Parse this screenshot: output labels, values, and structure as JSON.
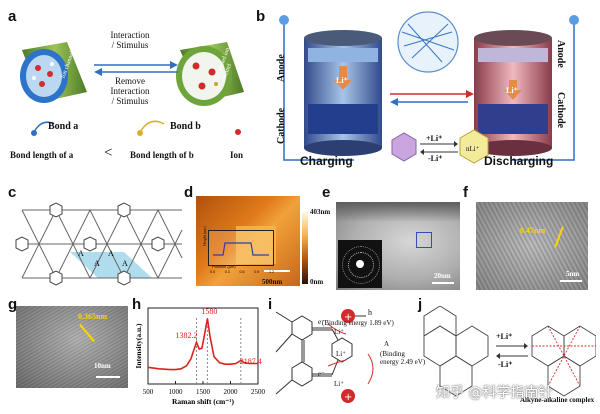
{
  "panels": {
    "a": {
      "label": "a",
      "arrow_top": "Interaction\n/ Stimulus",
      "arrow_top_l1": "Interaction",
      "arrow_top_l2": "/ Stimulus",
      "arrow_bot_l1": "Remove",
      "arrow_bot_l2": "Interaction",
      "arrow_bot_l3": "/ Stimulus",
      "left_tube": "Ion channel",
      "right_tube_l1": "Expanded ion",
      "right_tube_l2": "channel",
      "bond_a": "Bond a",
      "bond_b": "Bond b",
      "len_a": "Bond length of a",
      "less_than": "<",
      "len_b": "Bond length of b",
      "ion": "Ion"
    },
    "b": {
      "label": "b",
      "anode_left": "Anode",
      "cathode_left": "Cathode",
      "anode_right": "Anode",
      "cathode_right": "Cathode",
      "li_left": "Li⁺",
      "li_right": "Li⁺",
      "charging": "Charging",
      "discharging": "Discharging",
      "plus_li": "+Li⁺",
      "minus_li": "-Li⁺",
      "hex_left": "",
      "hex_right": "nLi⁺"
    },
    "c": {
      "label": "c",
      "a_marks": [
        "A",
        "A",
        "A",
        "A"
      ]
    },
    "d": {
      "label": "d",
      "scale_top": "403nm",
      "scale_bot": "0nm",
      "scalebar": "500nm",
      "inset_ylabel": "Height (nm)",
      "inset_xlabel": "Position (µm)",
      "inset_xticks": [
        "0.0",
        "0.3",
        "0.6",
        "0.9",
        "1.2"
      ]
    },
    "e": {
      "label": "e",
      "scalebar": "20nm"
    },
    "f": {
      "label": "f",
      "spacing": "0.47nm",
      "scalebar": "5nm"
    },
    "g": {
      "label": "g",
      "spacing": "0.365nm",
      "scalebar": "10nm"
    },
    "h": {
      "label": "h"
    },
    "i": {
      "label": "i",
      "h": "h",
      "e1": "e⁻",
      "li1": "Li⁺",
      "bind1": "(Binding energy 1.89 eV)",
      "A": "A",
      "li2": "Li⁺",
      "bind2_l1": "(Binding",
      "bind2_l2": "energy 2.49 eV)",
      "e2": "e⁻",
      "li3": "Li⁺"
    },
    "j": {
      "label": "j",
      "plus_li": "+Li⁺",
      "minus_li": "-Li⁺",
      "caption": "Alkyne-alkaline complex"
    }
  },
  "watermark": "知乎 @科学指南针",
  "colors": {
    "tube_green": "#6f9e3c",
    "blue_accent": "#2f6fc4",
    "red_ion": "#d22b2b",
    "raman_line": "#d9231f",
    "afm_orange": "#e07a1a",
    "cyan_region": "#7fd0e6"
  },
  "chart_data": {
    "type": "line",
    "title": "",
    "xlabel": "Raman shift (cm⁻¹)",
    "ylabel": "Intensity(a.u.)",
    "xlim": [
      500,
      2500
    ],
    "xticks": [
      500,
      1000,
      1500,
      2000,
      2500
    ],
    "peaks": [
      {
        "x": 1382.2,
        "label": "1382.2"
      },
      {
        "x": 1580,
        "label": "1580"
      },
      {
        "x": 2187.4,
        "label": "2187.4"
      }
    ],
    "series": [
      {
        "x": [
          500,
          700,
          900,
          1000,
          1100,
          1200,
          1280,
          1330,
          1382,
          1430,
          1480,
          1530,
          1580,
          1630,
          1700,
          1800,
          1900,
          2000,
          2100,
          2187,
          2250,
          2350,
          2500
        ],
        "y": [
          0.22,
          0.2,
          0.19,
          0.19,
          0.2,
          0.24,
          0.33,
          0.44,
          0.55,
          0.46,
          0.47,
          0.66,
          0.86,
          0.62,
          0.36,
          0.28,
          0.26,
          0.26,
          0.27,
          0.31,
          0.28,
          0.27,
          0.27
        ]
      }
    ],
    "ylim": [
      0,
      1
    ],
    "grid": false
  }
}
